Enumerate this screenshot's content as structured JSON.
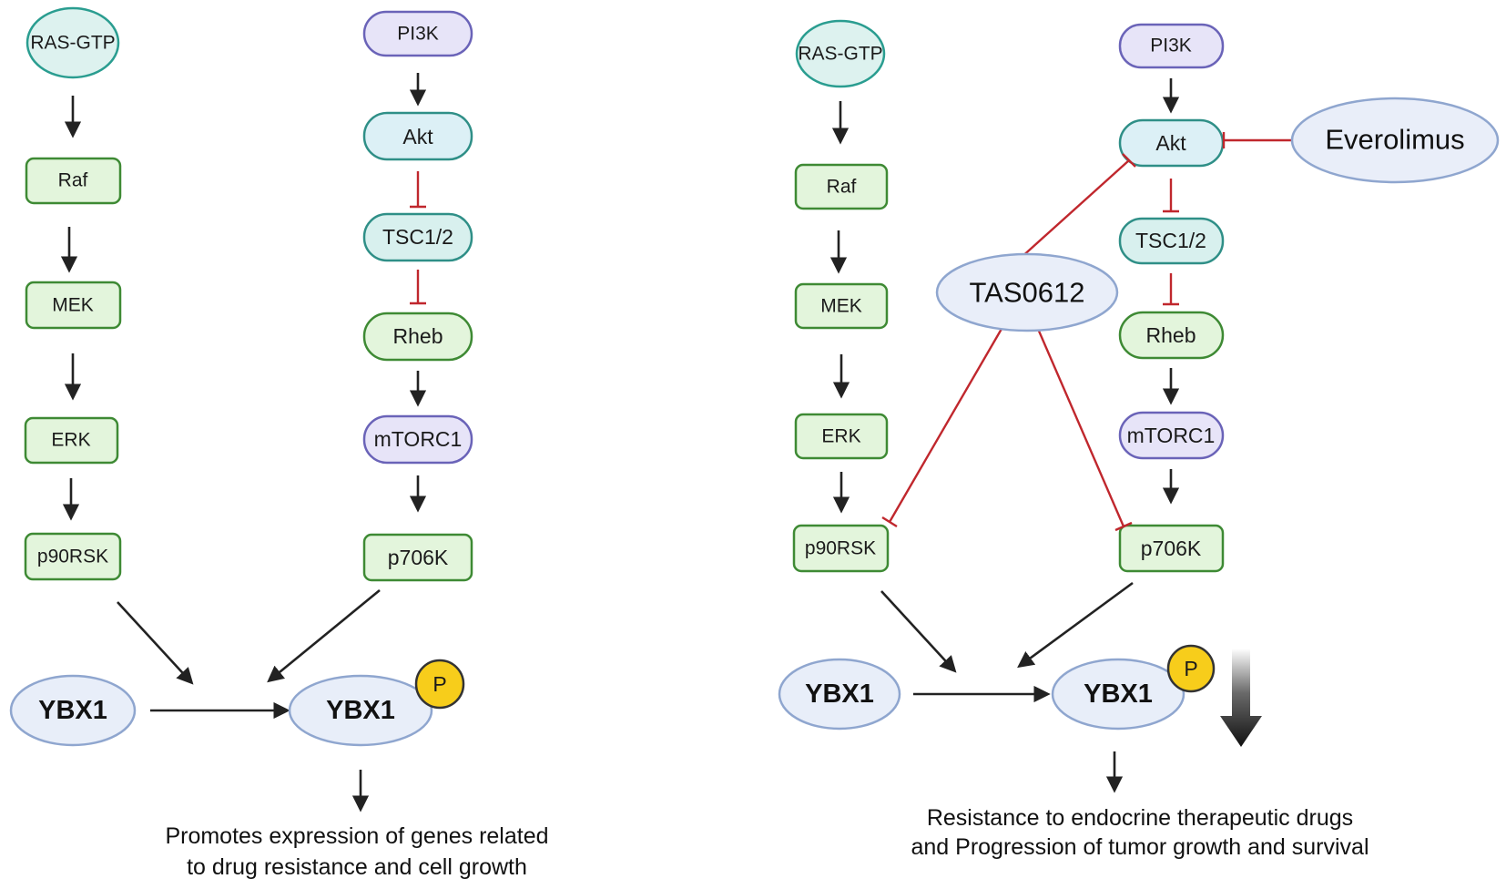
{
  "left_panel": {
    "ras_gtp": "RAS-GTP",
    "raf": "Raf",
    "mek": "MEK",
    "erk": "ERK",
    "p90rsk": "p90RSK",
    "pi3k": "PI3K",
    "akt": "Akt",
    "tsc": "TSC1/2",
    "rheb": "Rheb",
    "mtorc1": "mTORC1",
    "p706k": "p706K",
    "ybx1_unphos": "YBX1",
    "ybx1_phos": "YBX1",
    "phospho": "P",
    "caption_line1": "Promotes expression of genes related",
    "caption_line2": "to drug resistance and cell growth"
  },
  "right_panel": {
    "ras_gtp": "RAS-GTP",
    "raf": "Raf",
    "mek": "MEK",
    "erk": "ERK",
    "p90rsk": "p90RSK",
    "pi3k": "PI3K",
    "akt": "Akt",
    "tsc": "TSC1/2",
    "rheb": "Rheb",
    "mtorc1": "mTORC1",
    "p706k": "p706K",
    "everolimus": "Everolimus",
    "tas0612": "TAS0612",
    "ybx1_unphos": "YBX1",
    "ybx1_phos": "YBX1",
    "phospho": "P",
    "caption_line1": "Resistance to endocrine therapeutic drugs",
    "caption_line2": "and Progression of tumor growth and survival"
  },
  "colors": {
    "activation_arrow": "#222222",
    "inhibition": "#c0272d",
    "phospho_fill": "#f7cd1b",
    "green_node_fill": "#e3f5dc",
    "green_node_stroke": "#3e8a34",
    "teal_node_stroke": "#2f8f87",
    "purple_node_fill": "#e7e4f8",
    "ybx1_fill": "#e8eef9"
  }
}
